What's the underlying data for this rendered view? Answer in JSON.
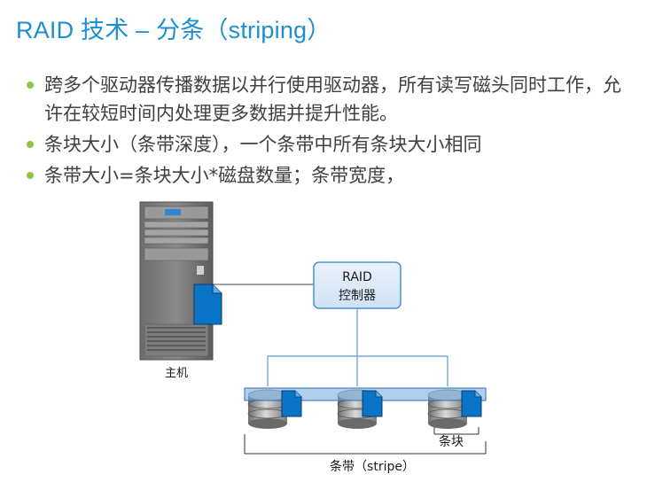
{
  "title": "RAID 技术 – 分条（striping）",
  "bullets": [
    "跨多个驱动器传播数据以并行使用驱动器，所有读写磁头同时工作，允许在较短时间内处理更多数据并提升性能。",
    "条块大小（条带深度），一个条带中所有条块大小相同",
    "条带大小=条块大小*磁盘数量；条带宽度，"
  ],
  "diagram": {
    "host_label": "主机",
    "controller_label_line1": "RAID",
    "controller_label_line2": "控制器",
    "strip_label": "条块",
    "stripe_label": "条带（stripe）"
  },
  "colors": {
    "title": "#1c8fd2",
    "bullet": "#8dc63f",
    "text": "#404040",
    "controller_fill": "#dce9f8",
    "controller_border": "#4a90d9",
    "line": "#5b9bd5",
    "strip_fill": "#0a74c6"
  }
}
